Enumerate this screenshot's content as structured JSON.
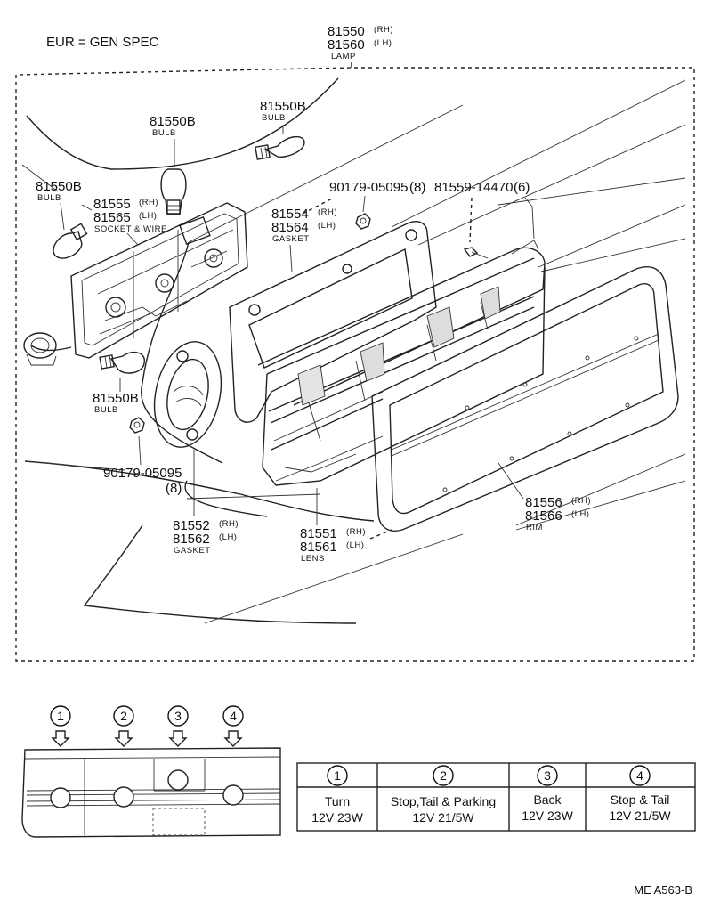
{
  "header": {
    "spec": "EUR = GEN SPEC"
  },
  "lamp": {
    "pn_rh": "81550",
    "rh": "(RH)",
    "pn_lh": "81560",
    "lh": "(LH)",
    "name": "LAMP"
  },
  "bulb_top": {
    "pn": "81550B",
    "name": "BULB"
  },
  "bulb_upper": {
    "pn": "81550B",
    "name": "BULB"
  },
  "bulb_left": {
    "pn": "81550B",
    "name": "BULB"
  },
  "bulb_bottom": {
    "pn": "81550B",
    "name": "BULB"
  },
  "socket": {
    "pn_rh": "81555",
    "rh": "(RH)",
    "pn_lh": "81565",
    "lh": "(LH)",
    "name": "SOCKET & WIRE"
  },
  "nut_top": {
    "pn": "90179-05095",
    "qty": "(8)"
  },
  "screw": {
    "pn": "81559-14470",
    "qty": "(6)"
  },
  "gasket_a": {
    "pn_rh": "81554",
    "rh": "(RH)",
    "pn_lh": "81564",
    "lh": "(LH)",
    "name": "GASKET"
  },
  "nut_bottom": {
    "pn": "90179-05095",
    "qty": "(8)"
  },
  "gasket_b": {
    "pn_rh": "81552",
    "rh": "(RH)",
    "pn_lh": "81562",
    "lh": "(LH)",
    "name": "GASKET"
  },
  "lens": {
    "pn_rh": "81551",
    "rh": "(RH)",
    "pn_lh": "81561",
    "lh": "(LH)",
    "name": "LENS"
  },
  "rim": {
    "pn_rh": "81556",
    "rh": "(RH)",
    "pn_lh": "81566",
    "lh": "(LH)",
    "name": "RIM"
  },
  "positions": [
    {
      "num": "1",
      "function": "Turn",
      "spec": "12V 23W"
    },
    {
      "num": "2",
      "function": "Stop,Tail & Parking",
      "spec": "12V 21/5W"
    },
    {
      "num": "3",
      "function": "Back",
      "spec": "12V 23W"
    },
    {
      "num": "4",
      "function": "Stop & Tail",
      "spec": "12V 21/5W"
    }
  ],
  "footer": {
    "code": "ME  A563-B"
  }
}
